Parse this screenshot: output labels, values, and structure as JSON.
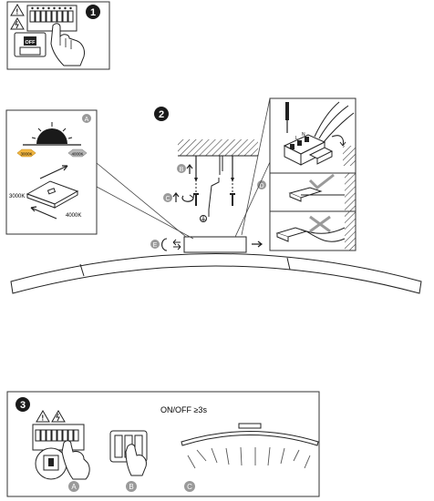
{
  "steps": {
    "step1": {
      "number": "1"
    },
    "step2": {
      "number": "2",
      "panel_a": {
        "badge": "A",
        "chip_warm": "3000K",
        "chip_cool": "4000K",
        "label_warm": "3000K",
        "label_cool": "4000K"
      },
      "badge_b": "B",
      "badge_c": "C",
      "badge_d": "D",
      "badge_e": "E",
      "terminal_l": "L",
      "terminal_n": "N"
    },
    "step3": {
      "number": "3",
      "caption": "ON/OFF ≥3s",
      "badge_a": "A",
      "badge_b": "B",
      "badge_c": "C"
    }
  },
  "colors": {
    "ink": "#1a1a1a",
    "badge_grey": "#9a9a9a",
    "chip_warm": "#f2b640",
    "chip_cool": "#b8b8b8",
    "hatch": "#444444"
  }
}
